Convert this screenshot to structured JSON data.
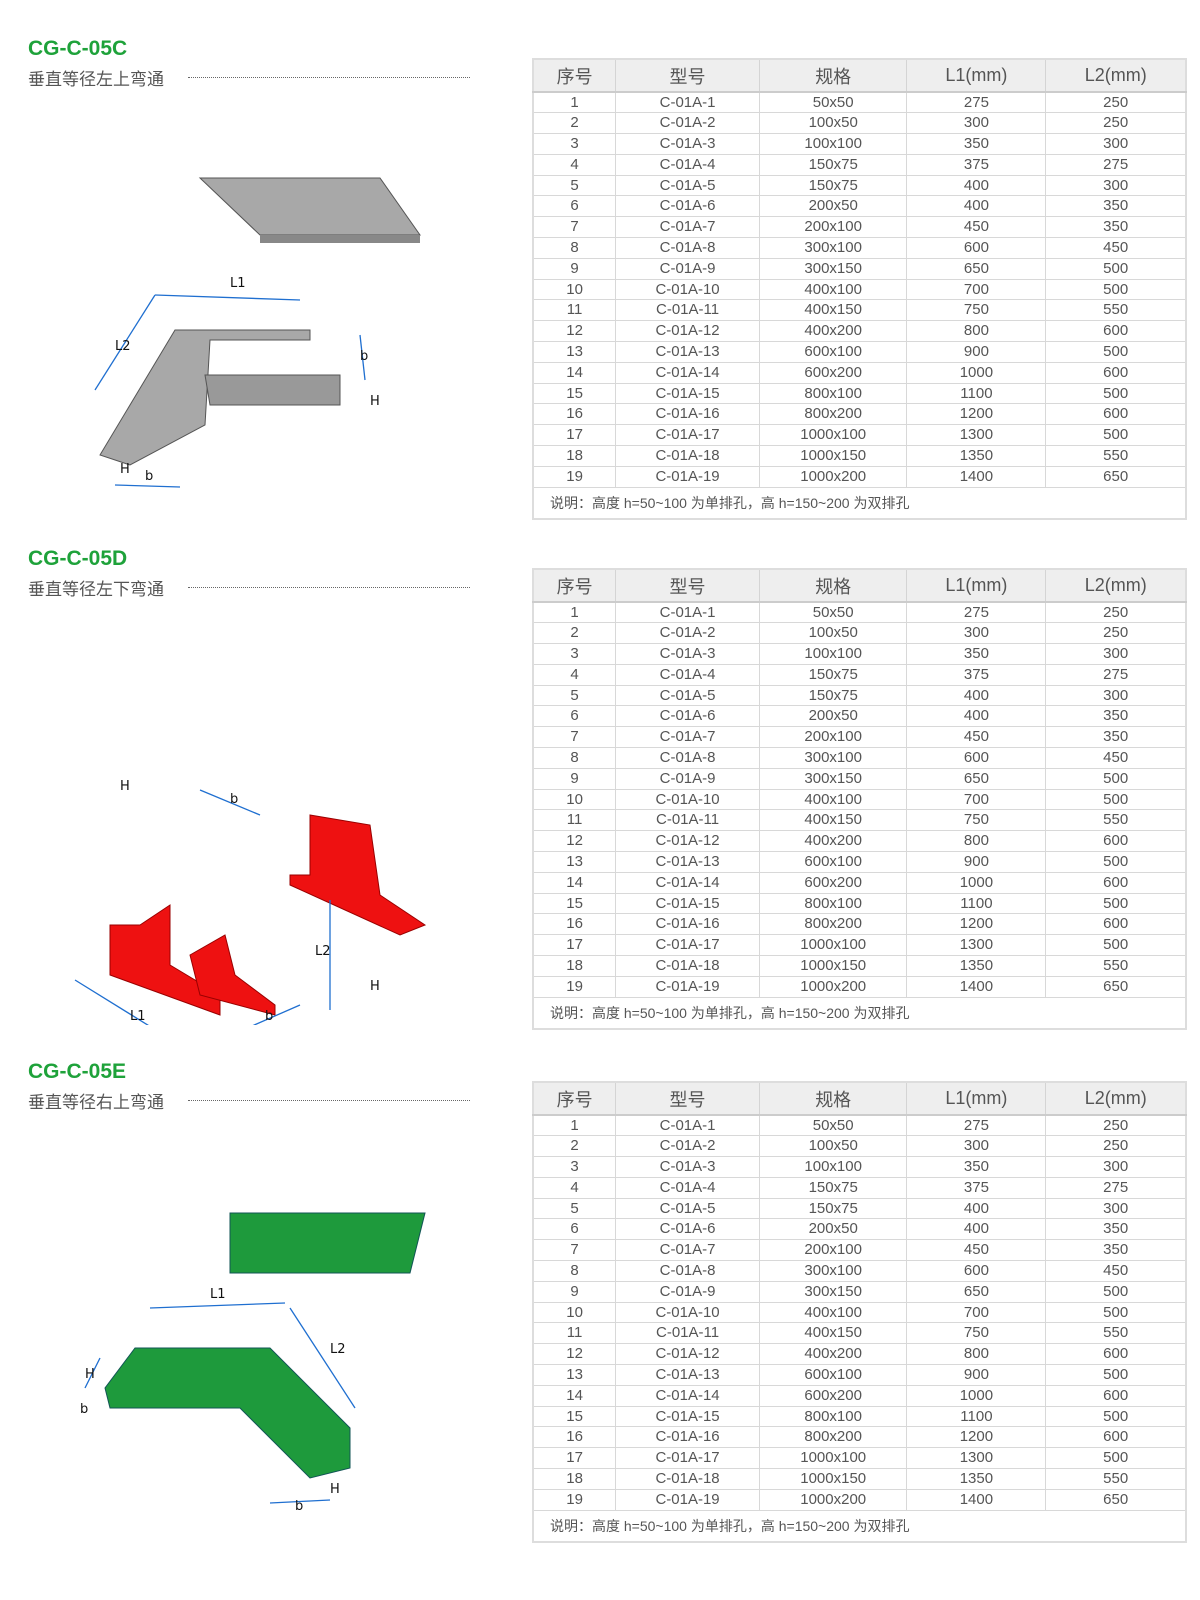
{
  "headers": [
    "序号",
    "型号",
    "规格",
    "L1(mm)",
    "L2(mm)"
  ],
  "sections": [
    {
      "code": "CG-C-05C",
      "name": "垂直等径左上弯通",
      "color": "#a8a8a8",
      "dim_labels": [
        "L1",
        "L2",
        "b",
        "H",
        "b",
        "H"
      ],
      "note": "说明：高度 h=50~100 为单排孔，高 h=150~200 为双排孔",
      "rows": [
        [
          "1",
          "C-01A-1",
          "50x50",
          "275",
          "250"
        ],
        [
          "2",
          "C-01A-2",
          "100x50",
          "300",
          "250"
        ],
        [
          "3",
          "C-01A-3",
          "100x100",
          "350",
          "300"
        ],
        [
          "4",
          "C-01A-4",
          "150x75",
          "375",
          "275"
        ],
        [
          "5",
          "C-01A-5",
          "150x75",
          "400",
          "300"
        ],
        [
          "6",
          "C-01A-6",
          "200x50",
          "400",
          "350"
        ],
        [
          "7",
          "C-01A-7",
          "200x100",
          "450",
          "350"
        ],
        [
          "8",
          "C-01A-8",
          "300x100",
          "600",
          "450"
        ],
        [
          "9",
          "C-01A-9",
          "300x150",
          "650",
          "500"
        ],
        [
          "10",
          "C-01A-10",
          "400x100",
          "700",
          "500"
        ],
        [
          "11",
          "C-01A-11",
          "400x150",
          "750",
          "550"
        ],
        [
          "12",
          "C-01A-12",
          "400x200",
          "800",
          "600"
        ],
        [
          "13",
          "C-01A-13",
          "600x100",
          "900",
          "500"
        ],
        [
          "14",
          "C-01A-14",
          "600x200",
          "1000",
          "600"
        ],
        [
          "15",
          "C-01A-15",
          "800x100",
          "1100",
          "500"
        ],
        [
          "16",
          "C-01A-16",
          "800x200",
          "1200",
          "600"
        ],
        [
          "17",
          "C-01A-17",
          "1000x100",
          "1300",
          "500"
        ],
        [
          "18",
          "C-01A-18",
          "1000x150",
          "1350",
          "550"
        ],
        [
          "19",
          "C-01A-19",
          "1000x200",
          "1400",
          "650"
        ]
      ]
    },
    {
      "code": "CG-C-05D",
      "name": "垂直等径左下弯通",
      "color": "#ee1111",
      "dim_labels": [
        "L1",
        "L2",
        "b",
        "H",
        "b",
        "H"
      ],
      "note": "说明：高度 h=50~100 为单排孔，高 h=150~200 为双排孔",
      "rows": [
        [
          "1",
          "C-01A-1",
          "50x50",
          "275",
          "250"
        ],
        [
          "2",
          "C-01A-2",
          "100x50",
          "300",
          "250"
        ],
        [
          "3",
          "C-01A-3",
          "100x100",
          "350",
          "300"
        ],
        [
          "4",
          "C-01A-4",
          "150x75",
          "375",
          "275"
        ],
        [
          "5",
          "C-01A-5",
          "150x75",
          "400",
          "300"
        ],
        [
          "6",
          "C-01A-6",
          "200x50",
          "400",
          "350"
        ],
        [
          "7",
          "C-01A-7",
          "200x100",
          "450",
          "350"
        ],
        [
          "8",
          "C-01A-8",
          "300x100",
          "600",
          "450"
        ],
        [
          "9",
          "C-01A-9",
          "300x150",
          "650",
          "500"
        ],
        [
          "10",
          "C-01A-10",
          "400x100",
          "700",
          "500"
        ],
        [
          "11",
          "C-01A-11",
          "400x150",
          "750",
          "550"
        ],
        [
          "12",
          "C-01A-12",
          "400x200",
          "800",
          "600"
        ],
        [
          "13",
          "C-01A-13",
          "600x100",
          "900",
          "500"
        ],
        [
          "14",
          "C-01A-14",
          "600x200",
          "1000",
          "600"
        ],
        [
          "15",
          "C-01A-15",
          "800x100",
          "1100",
          "500"
        ],
        [
          "16",
          "C-01A-16",
          "800x200",
          "1200",
          "600"
        ],
        [
          "17",
          "C-01A-17",
          "1000x100",
          "1300",
          "500"
        ],
        [
          "18",
          "C-01A-18",
          "1000x150",
          "1350",
          "550"
        ],
        [
          "19",
          "C-01A-19",
          "1000x200",
          "1400",
          "650"
        ]
      ]
    },
    {
      "code": "CG-C-05E",
      "name": "垂直等径右上弯通",
      "color": "#1e9a3c",
      "dim_labels": [
        "L1",
        "L2",
        "b",
        "H",
        "b",
        "H"
      ],
      "note": "说明：高度 h=50~100 为单排孔，高 h=150~200 为双排孔",
      "rows": [
        [
          "1",
          "C-01A-1",
          "50x50",
          "275",
          "250"
        ],
        [
          "2",
          "C-01A-2",
          "100x50",
          "300",
          "250"
        ],
        [
          "3",
          "C-01A-3",
          "100x100",
          "350",
          "300"
        ],
        [
          "4",
          "C-01A-4",
          "150x75",
          "375",
          "275"
        ],
        [
          "5",
          "C-01A-5",
          "150x75",
          "400",
          "300"
        ],
        [
          "6",
          "C-01A-6",
          "200x50",
          "400",
          "350"
        ],
        [
          "7",
          "C-01A-7",
          "200x100",
          "450",
          "350"
        ],
        [
          "8",
          "C-01A-8",
          "300x100",
          "600",
          "450"
        ],
        [
          "9",
          "C-01A-9",
          "300x150",
          "650",
          "500"
        ],
        [
          "10",
          "C-01A-10",
          "400x100",
          "700",
          "500"
        ],
        [
          "11",
          "C-01A-11",
          "400x150",
          "750",
          "550"
        ],
        [
          "12",
          "C-01A-12",
          "400x200",
          "800",
          "600"
        ],
        [
          "13",
          "C-01A-13",
          "600x100",
          "900",
          "500"
        ],
        [
          "14",
          "C-01A-14",
          "600x200",
          "1000",
          "600"
        ],
        [
          "15",
          "C-01A-15",
          "800x100",
          "1100",
          "500"
        ],
        [
          "16",
          "C-01A-16",
          "800x200",
          "1200",
          "600"
        ],
        [
          "17",
          "C-01A-17",
          "1000x100",
          "1300",
          "500"
        ],
        [
          "18",
          "C-01A-18",
          "1000x150",
          "1350",
          "550"
        ],
        [
          "19",
          "C-01A-19",
          "1000x200",
          "1400",
          "650"
        ]
      ]
    }
  ]
}
